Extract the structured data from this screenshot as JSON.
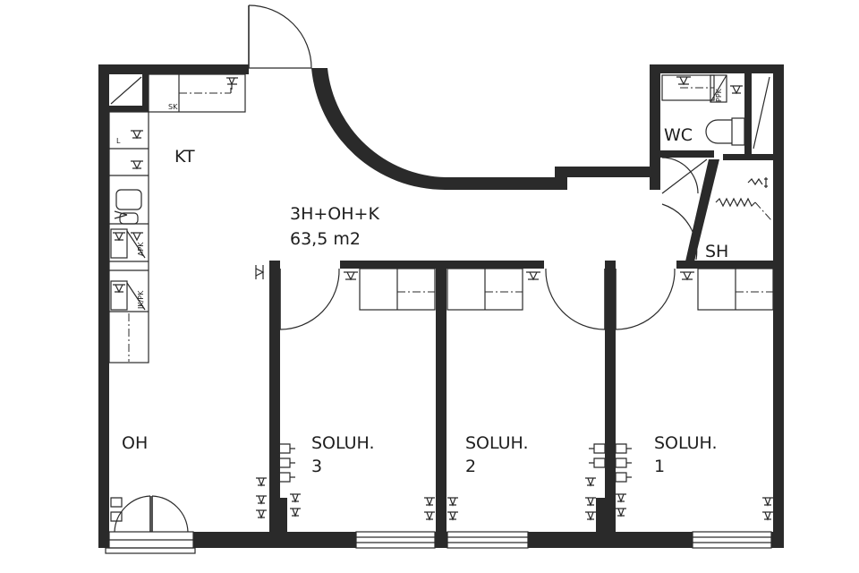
{
  "plan": {
    "summary_line1": "3H+OH+K",
    "summary_line2": "63,5 m2"
  },
  "rooms": {
    "kitchen": "KT",
    "wc": "WC",
    "shower": "SH",
    "living": "OH",
    "bedroom3_name": "SOLUH.",
    "bedroom3_num": "3",
    "bedroom2_name": "SOLUH.",
    "bedroom2_num": "2",
    "bedroom1_name": "SOLUH.",
    "bedroom1_num": "1"
  },
  "symbols": {
    "sink_cabinet": "SK",
    "fridge": "L",
    "dishwasher": "APK",
    "freezer": "JK/PK",
    "washer": "PPK"
  }
}
